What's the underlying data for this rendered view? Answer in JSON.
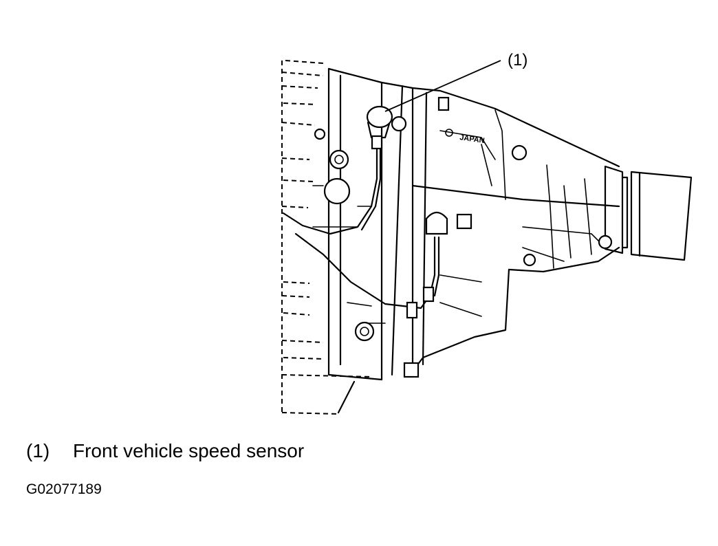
{
  "callout": {
    "label": "(1)"
  },
  "casting_text": "JAPAN",
  "legend": [
    {
      "number": "(1)",
      "description": "Front vehicle speed sensor"
    }
  ],
  "figure_id": "G02077189"
}
